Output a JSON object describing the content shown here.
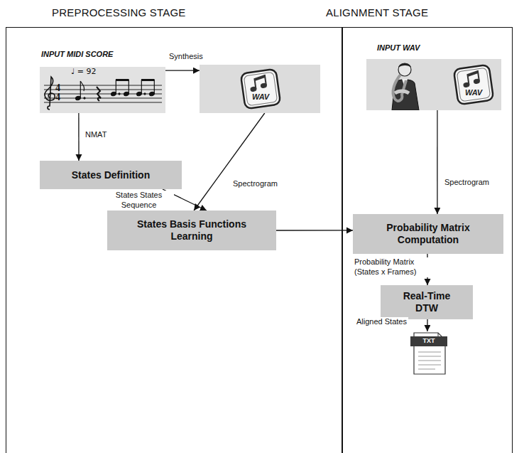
{
  "diagram": {
    "nodes": [
      {
        "text": [
          "PREPROCESSING STAGE"
        ]
      },
      {
        "text": [
          "ALIGNMENT STAGE"
        ]
      },
      {
        "text": [
          "INPUT MIDI SCORE"
        ],
        "in": 0
      },
      {
        "text": [
          "WAV"
        ],
        "in": 0
      },
      {
        "text": [
          "States Definition"
        ],
        "in": 0
      },
      {
        "text": [
          "States Basis Functions Learning"
        ],
        "in": 0
      },
      {
        "text": [
          "INPUT WAV",
          "WAV"
        ],
        "in": 1
      },
      {
        "text": [
          "Probability Matrix Computation"
        ],
        "in": 1
      },
      {
        "text": [
          "Real-Time DTW"
        ],
        "in": 1
      },
      {
        "text": [
          "TXT"
        ],
        "in": 1
      }
    ],
    "edges": [
      {
        "from": 2,
        "to": 3,
        "label": "Synthesis",
        "arrow": "to"
      },
      {
        "from": 2,
        "to": 4,
        "label": "NMAT",
        "arrow": "to"
      },
      {
        "from": 4,
        "to": 5,
        "label": "States States Sequence",
        "arrow": "to"
      },
      {
        "from": 3,
        "to": 5,
        "label": "Spectrogram",
        "arrow": "to"
      },
      {
        "from": 5,
        "to": 7,
        "arrow": "to"
      },
      {
        "from": 6,
        "to": 7,
        "label": "Spectrogram",
        "arrow": "to"
      },
      {
        "from": 7,
        "to": 8,
        "label": "Probability Matrix (States x Frames)",
        "arrow": "to"
      },
      {
        "from": 8,
        "to": 9,
        "label": "Aligned States",
        "arrow": "to"
      }
    ],
    "labels": [
      "♩ = 92",
      "4",
      "4"
    ]
  }
}
